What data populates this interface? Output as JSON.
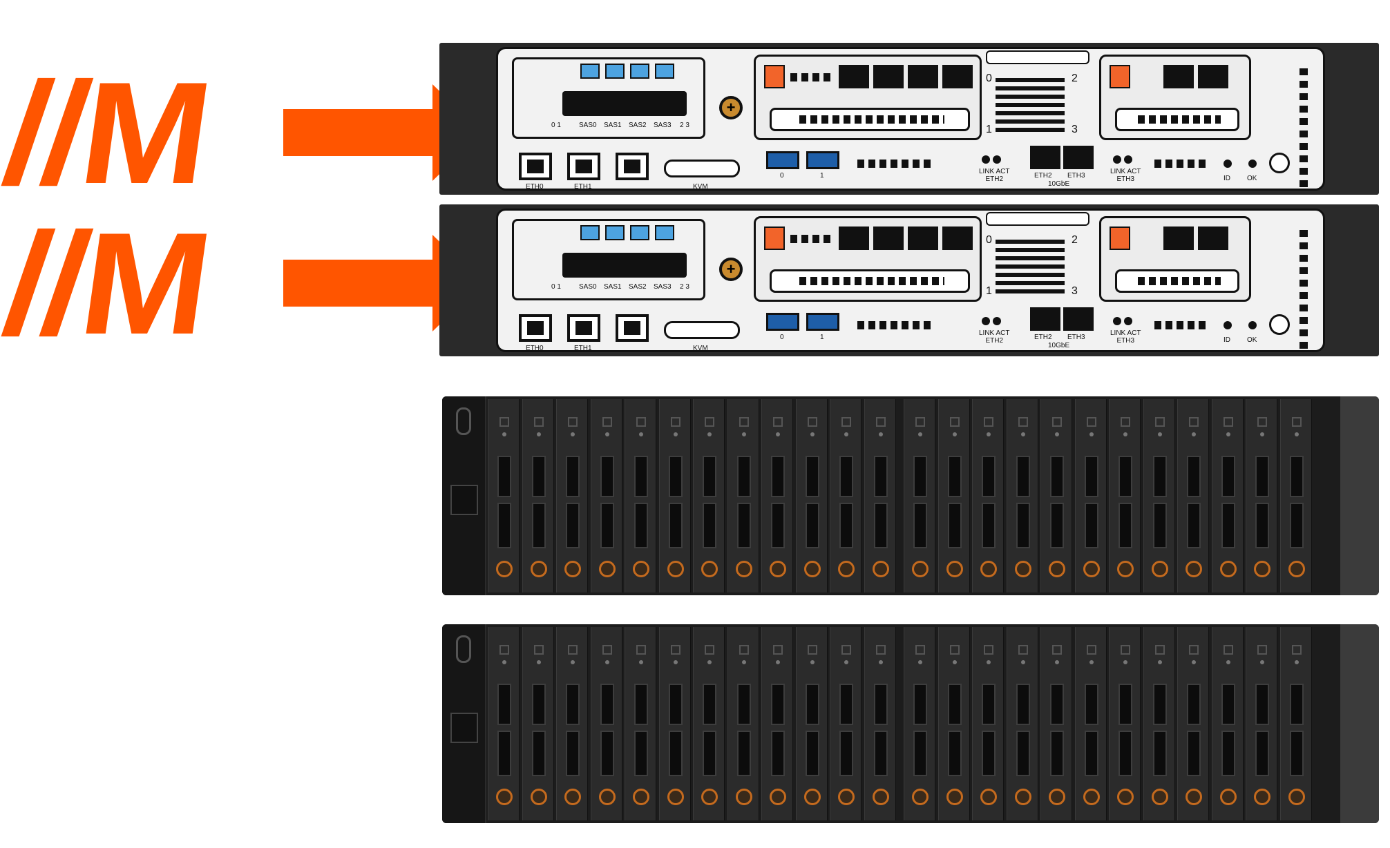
{
  "brand": {
    "mark": "//M",
    "accent_color": "#ff5500"
  },
  "controllers": [
    {
      "labels": {
        "eth0": "ETH0",
        "eth1": "ETH1",
        "kvm": "KVM",
        "sas0": "SAS0",
        "sas1": "SAS1",
        "sas2": "SAS2",
        "sas3": "SAS3",
        "sas_left": "0  1",
        "sas_right": "2  3",
        "usb0": "0",
        "usb1": "1",
        "link_act_eth2": "LINK ACT\nETH2",
        "eth2": "ETH2",
        "eth3": "ETH3",
        "tengbe": "10GbE",
        "link_act_eth3": "LINK ACT\nETH3",
        "id": "ID",
        "ok": "OK",
        "pcie0": "0",
        "pcie1": "1",
        "pcie2": "2",
        "pcie3": "3"
      }
    },
    {
      "labels": {
        "eth0": "ETH0",
        "eth1": "ETH1",
        "kvm": "KVM",
        "sas0": "SAS0",
        "sas1": "SAS1",
        "sas2": "SAS2",
        "sas3": "SAS3",
        "sas_left": "0  1",
        "sas_right": "2  3",
        "usb0": "0",
        "usb1": "1",
        "link_act_eth2": "LINK ACT\nETH2",
        "eth2": "ETH2",
        "eth3": "ETH3",
        "tengbe": "10GbE",
        "link_act_eth3": "LINK ACT\nETH3",
        "id": "ID",
        "ok": "OK",
        "pcie0": "0",
        "pcie1": "1",
        "pcie2": "2",
        "pcie3": "3"
      }
    }
  ],
  "shelves": [
    {
      "drive_count": 24
    },
    {
      "drive_count": 24
    }
  ]
}
